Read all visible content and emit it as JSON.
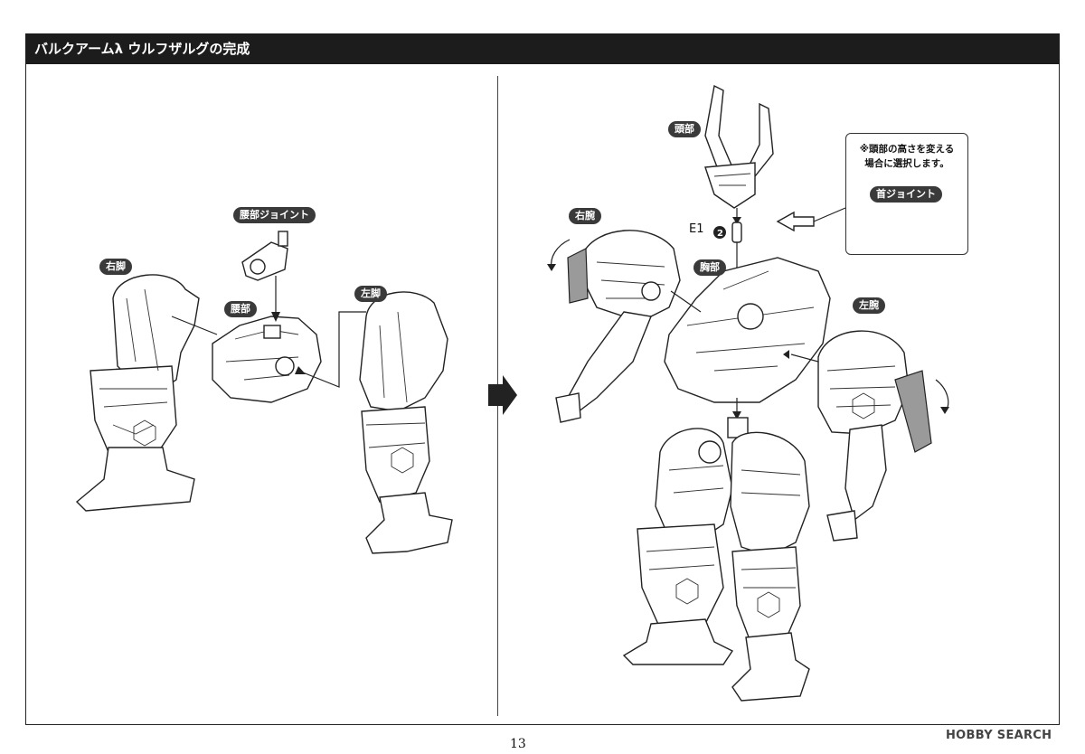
{
  "header": {
    "title": "バルクアームλ ウルフザルグの完成"
  },
  "left_panel": {
    "labels": {
      "waist_joint": "腰部ジョイント",
      "right_leg": "右脚",
      "waist": "腰部",
      "left_leg": "左脚"
    }
  },
  "right_panel": {
    "labels": {
      "head": "頭部",
      "right_arm": "右腕",
      "chest": "胸部",
      "left_arm": "左腕"
    },
    "part_code": "E1",
    "part_number": "2",
    "note": {
      "line1": "※頭部の高さを変える",
      "line2": "場合に選択します。",
      "neck_joint": "首ジョイント"
    }
  },
  "footer": {
    "page_number": "13",
    "watermark": "HOBBY SEARCH"
  }
}
